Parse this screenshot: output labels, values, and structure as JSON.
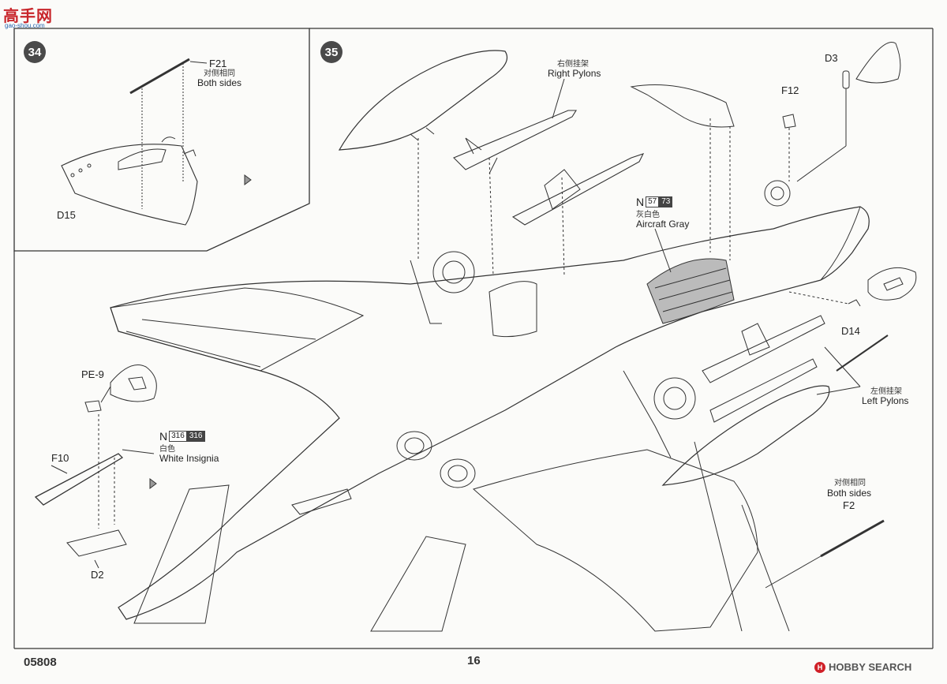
{
  "header": {
    "site_logo_text": "高手网",
    "site_logo_sub": "gao-shou.com"
  },
  "colors": {
    "line": "#333333",
    "logo_red": "#c8262b",
    "logo_blue": "#2a66b0",
    "hobby_search_red": "#d02028"
  },
  "step34": {
    "number": "34",
    "labels": {
      "f21": "F21",
      "f21_cn": "对侧相同",
      "f21_en": "Both sides",
      "d15": "D15"
    }
  },
  "step35": {
    "number": "35",
    "labels": {
      "right_pylons_cn": "右侧挂架",
      "right_pylons_en": "Right Pylons",
      "left_pylons_cn": "左侧挂架",
      "left_pylons_en": "Left Pylons",
      "d3": "D3",
      "f12": "F12",
      "d14": "D14",
      "pe9": "PE-9",
      "f10": "F10",
      "d2": "D2",
      "f2": "F2",
      "f2_cn": "对侧相同",
      "f2_en": "Both sides"
    },
    "paint_aircraft_gray": {
      "prefix": "N",
      "code_a": "57",
      "code_b": "73",
      "cn": "灰白色",
      "en": "Aircraft Gray"
    },
    "paint_white_insignia": {
      "prefix": "N",
      "code_a": "316",
      "code_b": "316",
      "cn": "白色",
      "en": "White Insignia"
    }
  },
  "footer": {
    "kit_number": "05808",
    "page_number": "16",
    "watermark_prefix": "H",
    "watermark_text": "HOBBY SEARCH"
  }
}
